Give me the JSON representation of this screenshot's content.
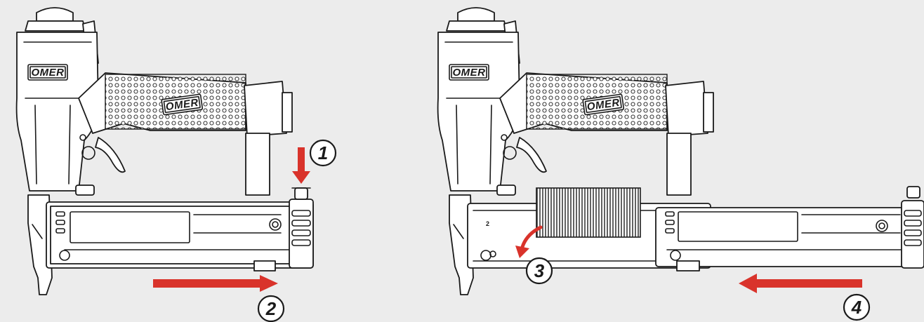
{
  "brand": "OMER",
  "colors": {
    "background": "#ececec",
    "arrow": "#d9332b",
    "line": "#1a1a1a",
    "staples": "#3a3a3a"
  },
  "panels": [
    {
      "id": "left",
      "steps": [
        {
          "label": "1",
          "action": "press-down",
          "arrow_icon": "arrow-down-icon"
        },
        {
          "label": "2",
          "action": "slide-right",
          "arrow_icon": "arrow-right-icon"
        }
      ]
    },
    {
      "id": "right",
      "magazine_marking": "2",
      "steps": [
        {
          "label": "3",
          "action": "insert-staples",
          "arrow_icon": "curved-arrow-icon"
        },
        {
          "label": "4",
          "action": "slide-left",
          "arrow_icon": "arrow-left-icon"
        }
      ]
    }
  ]
}
